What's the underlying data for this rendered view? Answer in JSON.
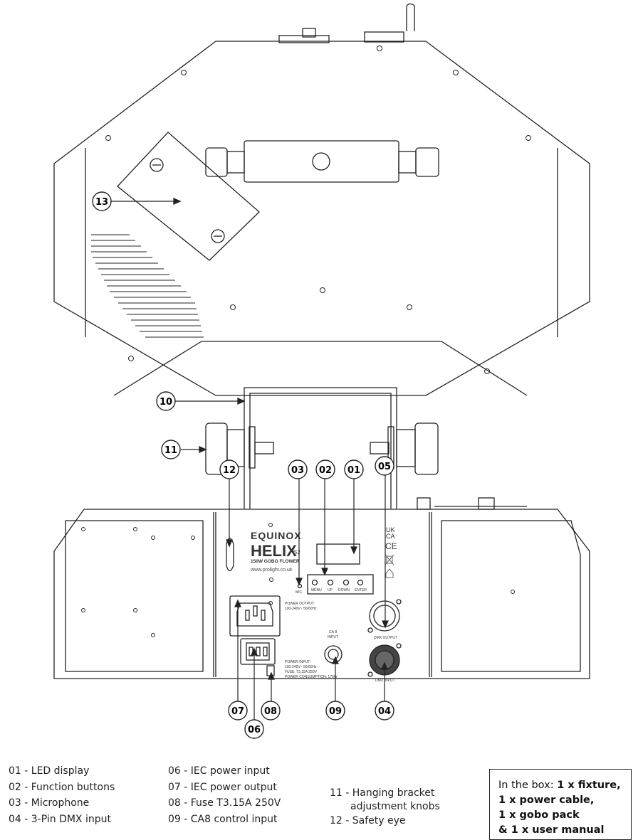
{
  "callouts": [
    "13",
    "10",
    "11",
    "12",
    "03",
    "02",
    "01",
    "05",
    "07",
    "08",
    "06",
    "09",
    "04"
  ],
  "panel": {
    "brand": "EQUINOX",
    "model": "HELIX",
    "model_suffix": "S2",
    "subtitle": "150W GOBO FLOWER",
    "url": "www.prolight.co.uk",
    "mic_label": "MIC",
    "buttons": [
      "MENU",
      "UP",
      "DOWN",
      "ENTER"
    ],
    "power_output_label": "POWER OUTPUT:",
    "power_output_value": "100-240V~ 50/60Hz",
    "power_input_lines": [
      "POWER INPUT:",
      "100-240V~ 50/60Hz",
      "FUSE: T3.15A 250V",
      "POWER CONSUMPTION: 175W"
    ],
    "ca8_line1": "CA-8",
    "ca8_line2": "INPUT",
    "dmx_output_label": "DMX OUTPUT",
    "dmx_input_label": "DMX INPUT",
    "cert_uk": "UK",
    "cert_ca": "CA",
    "cert_ce": "CE"
  },
  "legend": {
    "col1": [
      "01 - LED display",
      "02 - Function buttons",
      "03 - Microphone",
      "04 - 3-Pin DMX input"
    ],
    "col2": [
      "06 - IEC power input",
      "07 - IEC power output",
      "08 - Fuse T3.15A 250V",
      "09 - CA8 control input"
    ],
    "col3": [
      "11 - Hanging bracket",
      "adjustment knobs",
      "12 - Safety eye"
    ]
  },
  "inbox": {
    "prefix": "In the box: ",
    "line1": "1 x fixture,",
    "line2": "1 x power cable,",
    "line3": "1 x gobo pack",
    "line4": "& 1 x user manual"
  }
}
